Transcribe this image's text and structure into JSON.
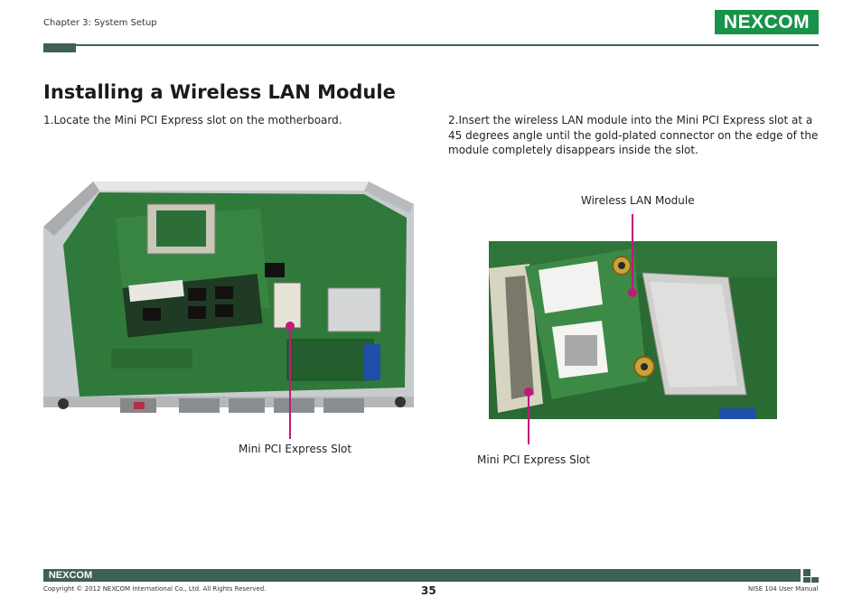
{
  "header": {
    "chapter": "Chapter 3: System Setup",
    "logo_text": "NEXCOM"
  },
  "title": "Installing a Wireless LAN Module",
  "steps": [
    {
      "text": "1.Locate the Mini PCI Express slot on the motherboard."
    },
    {
      "text": "2.Insert the wireless LAN module into the Mini PCI Express slot at a 45 degrees angle until the gold-plated connector on the edge of the module completely disappears inside the slot."
    }
  ],
  "callouts": {
    "slot_left": "Mini PCI Express Slot",
    "wlan_module": "Wireless LAN Module",
    "slot_right": "Mini PCI Express Slot"
  },
  "colors": {
    "callout": "#c0197a",
    "brand_green": "#17934a",
    "rule": "#3f5f57"
  },
  "footer": {
    "logo_text": "NEXCOM",
    "copyright": "Copyright © 2012 NEXCOM International Co., Ltd. All Rights Reserved.",
    "page_number": "35",
    "manual_name": "NISE 104 User Manual"
  }
}
